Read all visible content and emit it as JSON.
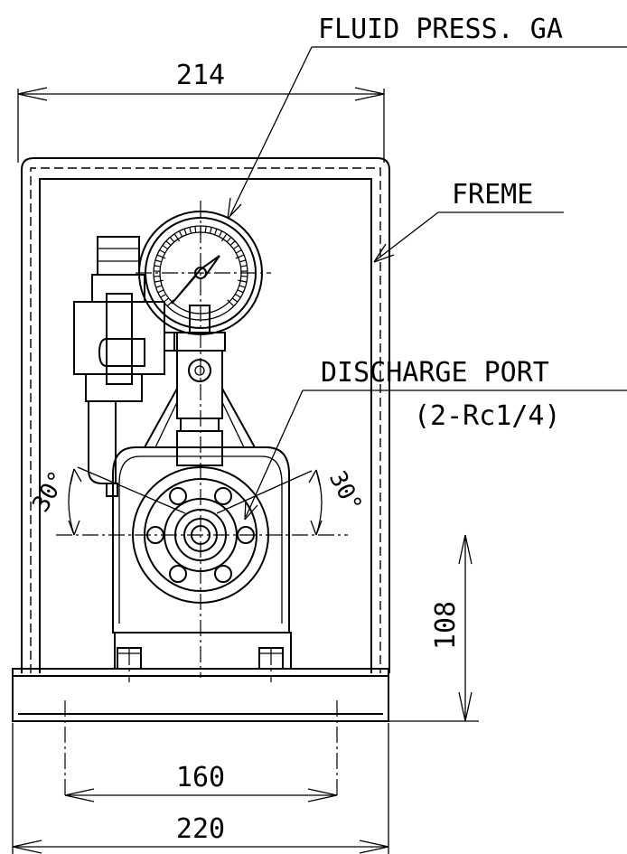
{
  "labels": {
    "gauge": "FLUID PRESS. GA",
    "frame": "FREME",
    "discharge_port": "DISCHARGE PORT",
    "discharge_spec": "(2-Rc1/4)"
  },
  "dimensions": {
    "frame_inner_width": "214",
    "height": "108",
    "base_hole_pitch": "160",
    "base_width": "220",
    "angle_left": "30°",
    "angle_right": "30°"
  }
}
